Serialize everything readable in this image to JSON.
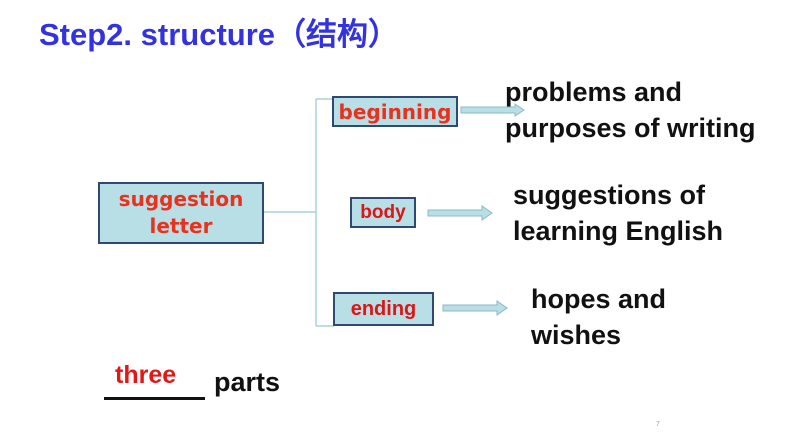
{
  "title": "Step2. structure（结构）",
  "main_node": {
    "line1": "suggestion",
    "line2": "letter"
  },
  "parts": [
    {
      "label": "beginning",
      "description_line1": "problems and",
      "description_line2": "purposes of writing"
    },
    {
      "label": "body",
      "description_line1": "suggestions of",
      "description_line2": "learning English"
    },
    {
      "label": "ending",
      "description_line1": "hopes and",
      "description_line2": "wishes"
    }
  ],
  "summary": {
    "answer": "three",
    "suffix": "parts"
  },
  "page_number": "7",
  "colors": {
    "title": "#3232e0",
    "box_fill": "#b8dfe6",
    "box_border": "#2f4a6e",
    "box_text": "#e8321e",
    "connector": "#a9d3d8",
    "answer": "#e01818"
  }
}
